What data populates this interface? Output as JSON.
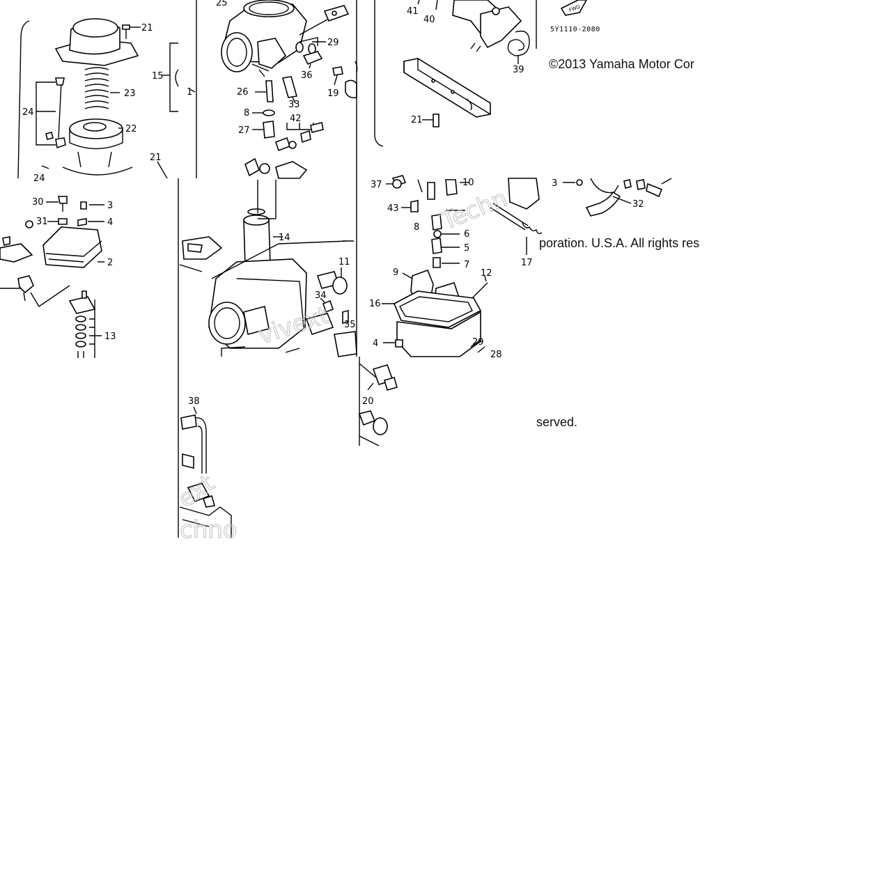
{
  "diagram": {
    "part_code": "5Y1110-2080",
    "fwd_tag": "FWD",
    "copyright_lines": [
      "©2013 Yamaha Motor Cor",
      "poration. U.S.A. All rights res",
      "served."
    ],
    "watermark_fragments": [
      "Techn",
      "vivext",
      "ext",
      "chno"
    ],
    "callouts": {
      "t1_21": "21",
      "t1_24": "24",
      "t1_23": "23",
      "t1_22": "22",
      "t1_15": "15",
      "t1_1": "1",
      "t1_21b": "21",
      "t2_25": "25",
      "t2_29": "29",
      "t2_36": "36",
      "t2_19": "19",
      "t2_26": "26",
      "t2_8": "8",
      "t2_33": "33",
      "t2_27": "27",
      "t2_42": "42",
      "t3_41": "41",
      "t3_40": "40",
      "t3_39": "39",
      "t3_21": "21",
      "t4_30": "30",
      "t4_3": "3",
      "t4_31": "31",
      "t4_4": "4",
      "t4_2": "2",
      "t4_13": "13",
      "t5_14": "14",
      "t5_11": "11",
      "t5_34": "34",
      "t5_35": "35",
      "t6_37": "37",
      "t6_10": "10",
      "t6_43": "43",
      "t6_8": "8",
      "t6_6": "6",
      "t6_5": "5",
      "t6_7": "7",
      "t6_9": "9",
      "t6_12": "12",
      "t6_16": "16",
      "t6_4": "4",
      "t6_29": "29",
      "t6_28": "28",
      "t6_20": "20",
      "t7_3": "3",
      "t7_32": "32",
      "t7_17": "17",
      "t8_38": "38"
    }
  }
}
